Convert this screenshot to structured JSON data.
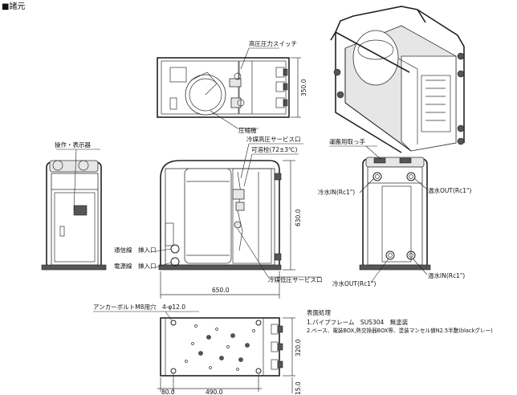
{
  "title": "■諸元",
  "top_view": {
    "label_pressure_switch": "高圧圧力スイッチ",
    "label_compressor": "圧縮機",
    "dim_depth": "350.0"
  },
  "front_view": {
    "label_control_panel": "操作・表示器",
    "label_comm_line": "通信線　挿入口",
    "label_power_line": "電源線　挿入口"
  },
  "side_view": {
    "label_high_service": "冷媒高圧サービス口",
    "label_fusible_plug": "可溶栓(72±3℃)",
    "label_low_service": "冷媒低圧サービス口",
    "dim_height": "630.0",
    "dim_width": "650.0"
  },
  "rear_view": {
    "label_handle": "運搬用取っ手",
    "label_cold_in": "冷水IN(Rc1\")",
    "label_hot_out": "温水OUT(Rc1\")",
    "label_cold_out": "冷水OUT(Rc1\")",
    "label_hot_in": "温水IN(Rc1\")"
  },
  "base_view": {
    "label_anchor": "アンカーボルトM8用穴　4-φ12.0",
    "dim_offset": "80.0",
    "dim_pitch": "490.0",
    "dim_depth": "320.0",
    "dim_edge": "15.0"
  },
  "surface_treatment": {
    "heading": "表面処理",
    "line1": "1.パイプフレーム　SUS304　無塗装",
    "line2": "2.ベース、電装BOX,熱交換器BOX等、塗装マンセル値N2.5半艶(blackグレー)"
  }
}
